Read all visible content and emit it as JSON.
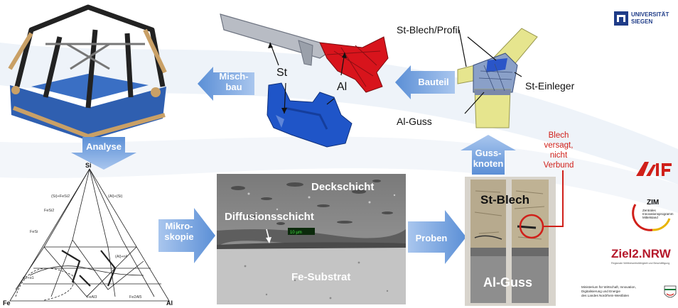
{
  "labels": {
    "mischbau": "Misch-\nbau",
    "bauteil": "Bauteil",
    "analyse": "Analyse",
    "mikroskopie": "Mikro-\nskopie",
    "proben": "Proben",
    "gussknoten": "Guss-\nknoten",
    "st": "St",
    "al": "Al",
    "st_blech_profil": "St-Blech/Profil",
    "st_einleger": "St-Einleger",
    "al_guss_callout": "Al-Guss",
    "blech_note": "Blech\nversagt,\nnicht\nVerbund",
    "deckschicht": "Deckschicht",
    "diffusionsschicht": "Diffusionsschicht",
    "fe_substrat": "Fe-Substrat",
    "st_blech": "St-Blech",
    "al_guss_sample": "Al-Guss",
    "micro_scale": "10 µm",
    "phase_si": "Si",
    "phase_fe": "Fe",
    "phase_al": "Al"
  },
  "logos": {
    "uni_siegen_line1": "UNIVERSITÄT",
    "uni_siegen_line2": "SIEGEN",
    "aif": "AiF",
    "zim": "ZIM",
    "zim_sub": "Zentrales\nInnovationsprogramm\nMittelstand",
    "ziel2": "Ziel2.NRW",
    "ziel2_sub": "Regionale Wettbewerbsfähigkeit und Beschäftigung",
    "ministerium": "Ministerium für Wirtschaft, Innovation,\nDigitalisierung und Energie\ndes Landes Nordrhein-Westfalen"
  },
  "colors": {
    "arrow_blue": "#5b8fd6",
    "arrow_light": "#a9c6ee",
    "red": "#d0201a",
    "part_red": "#d8141c",
    "part_blue": "#1f55c8"
  }
}
